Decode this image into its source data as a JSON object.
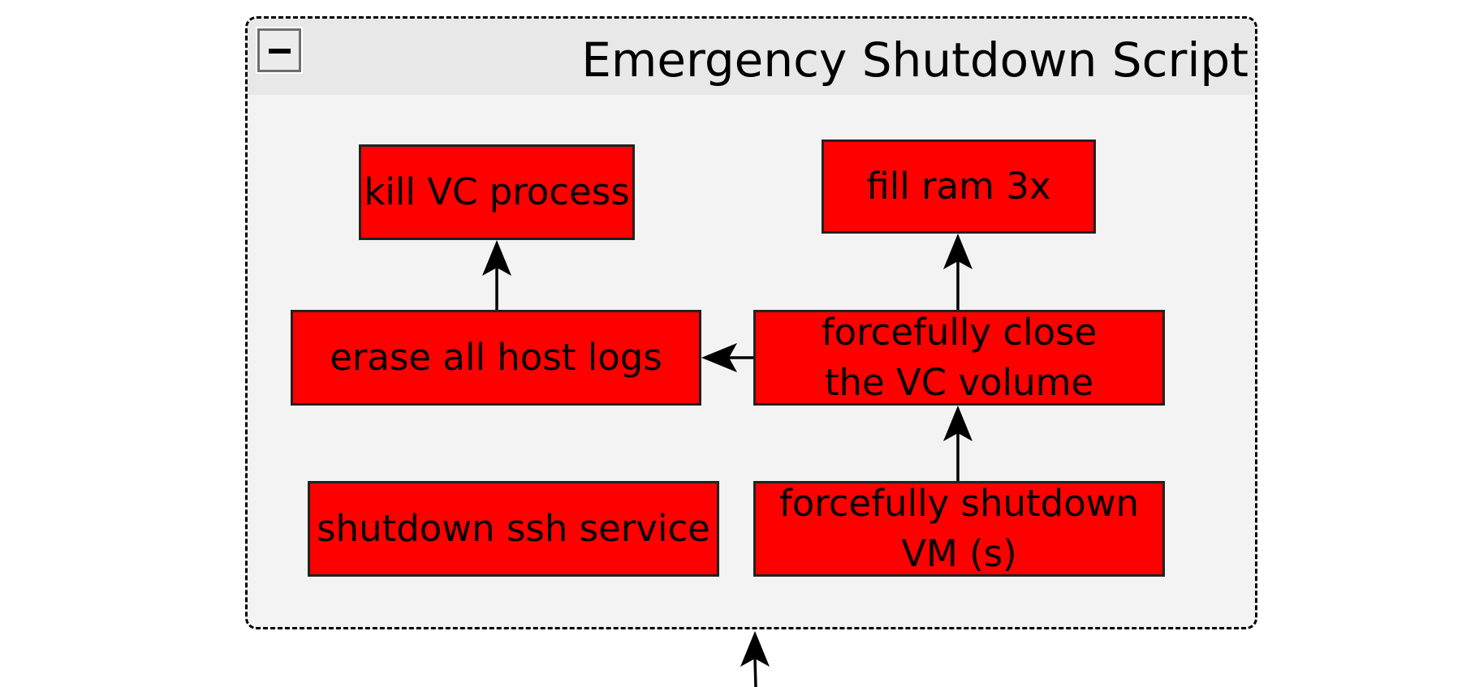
{
  "group": {
    "title": "Emergency Shutdown Script",
    "collapse_icon": "minus-icon",
    "fill_color": "#f3f3f3",
    "header_color": "#e8e8e8",
    "border_style": "dashed"
  },
  "nodes": {
    "kill_vc_process": "kill VC process",
    "fill_ram": "fill ram 3x",
    "erase_host_logs": "erase all host logs",
    "close_vc_volume": "forcefully close\nthe VC volume",
    "shutdown_ssh": "shutdown ssh service",
    "shutdown_vms": "forcefully shutdown\nVM (s)"
  },
  "node_color": "#ff0000",
  "edges": [
    {
      "from": "erase_host_logs",
      "to": "kill_vc_process"
    },
    {
      "from": "close_vc_volume",
      "to": "fill_ram"
    },
    {
      "from": "close_vc_volume",
      "to": "erase_host_logs"
    },
    {
      "from": "shutdown_vms",
      "to": "close_vc_volume"
    },
    {
      "from": "external_input",
      "to": "group"
    }
  ]
}
